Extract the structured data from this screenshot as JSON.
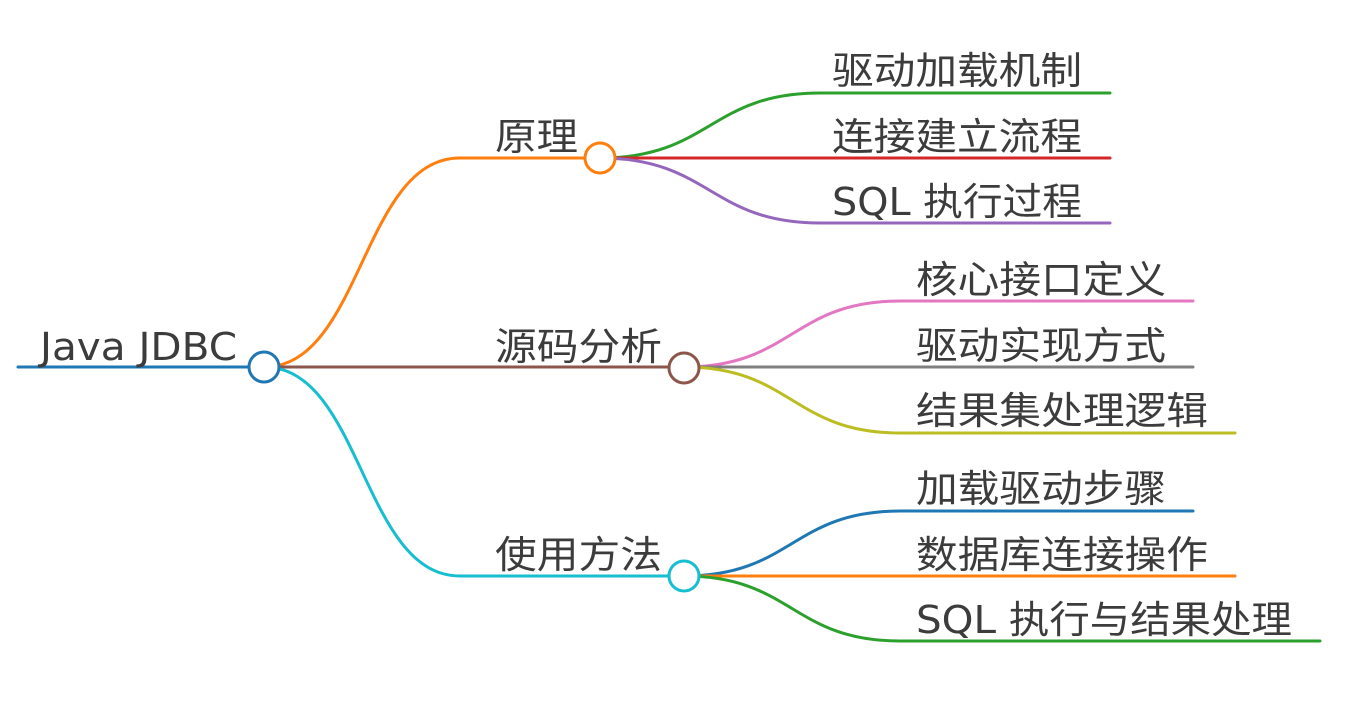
{
  "root": {
    "label": "Java JDBC",
    "color": "#1f77b4"
  },
  "branches": [
    {
      "label": "原理",
      "color": "#ff7f0e",
      "children": [
        {
          "label": "驱动加载机制",
          "color": "#2ca02c"
        },
        {
          "label": "连接建立流程",
          "color": "#d62728"
        },
        {
          "label": "SQL 执行过程",
          "color": "#9467bd"
        }
      ]
    },
    {
      "label": "源码分析",
      "color": "#8c564b",
      "children": [
        {
          "label": "核心接口定义",
          "color": "#e377c2"
        },
        {
          "label": "驱动实现方式",
          "color": "#7f7f7f"
        },
        {
          "label": "结果集处理逻辑",
          "color": "#bcbd22"
        }
      ]
    },
    {
      "label": "使用方法",
      "color": "#17becf",
      "children": [
        {
          "label": "加载驱动步骤",
          "color": "#1f77b4"
        },
        {
          "label": "数据库连接操作",
          "color": "#ff7f0e"
        },
        {
          "label": "SQL 执行与结果处理",
          "color": "#2ca02c"
        }
      ]
    }
  ]
}
